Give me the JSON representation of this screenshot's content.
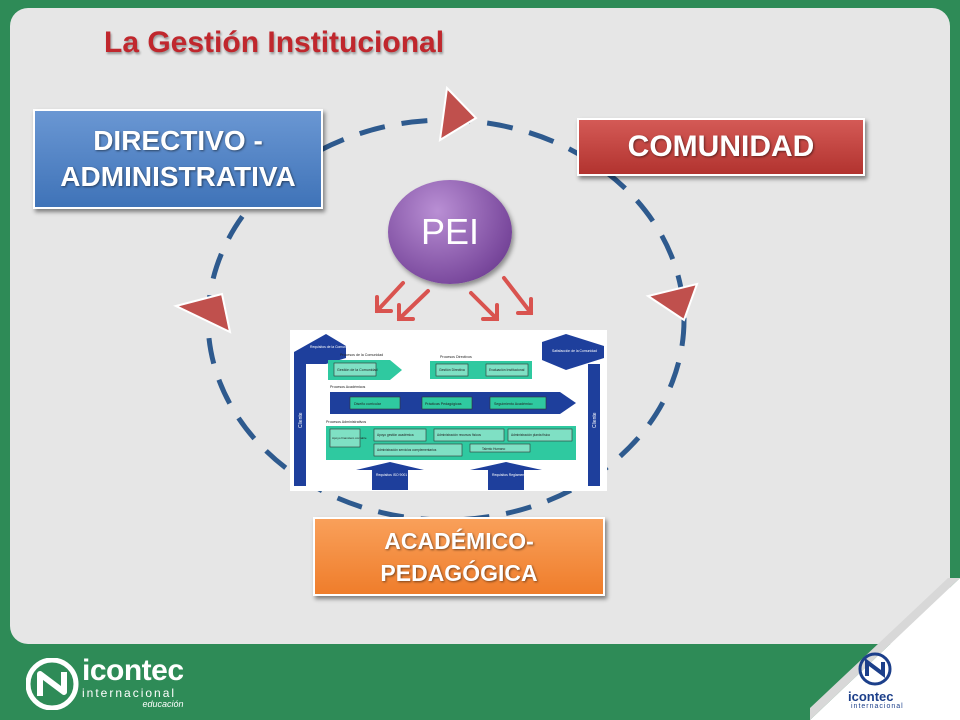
{
  "title": "La Gestión Institucional",
  "boxes": {
    "directivo": [
      "DIRECTIVO -",
      "ADMINISTRATIVA"
    ],
    "comunidad": "COMUNIDAD",
    "academico": [
      "ACADÉMICO-",
      "PEDAGÓGICA"
    ]
  },
  "center": "PEI",
  "process_map": {
    "left_top_arrow": "Requisitos de la Comunidad",
    "right_top_arrow": "Satisfacción de la Comunidad",
    "left_side": "Cliente",
    "right_side": "Cliente",
    "band1_left_label": "Procesos de la Comunidad",
    "band1_mid_label": "Procesos Directivos",
    "gestion_comunidad": "Gestión de la Comunidad",
    "gestion_directiva": "Gestión Directiva",
    "evaluacion": "Evaluación Institucional",
    "band2_label": "Procesos Académicos",
    "diseno": "Diseño curricular",
    "practicas": "Prácticas Pedagógicas",
    "seguimiento": "Seguimiento Académico",
    "band3_label": "Procesos Administrativos",
    "apoyo_financiero": "Apoyo financiero contable",
    "apoyo_gestion": "Apoyo gestión académica",
    "admin_recursos": "Administración recursos físicos",
    "admin_planta": "Administración planta física",
    "admin_servicios": "Administración servicios complementarios",
    "talento": "Talento Humano",
    "bottom_left_arrow": "Requisitos ISO 9001",
    "bottom_right_arrow": "Requisitos Reglamentarios"
  },
  "logos": {
    "left_word": "icontec",
    "left_sub": "internacional",
    "left_sub2": "educación",
    "right_word": "icontec",
    "right_sub": "internacional"
  },
  "colors": {
    "background": "#2e8b57",
    "title": "#c0272d",
    "directivo": "#4f81bd",
    "comunidad": "#c0504d",
    "academico": "#f79646",
    "pei": "#7b4a9e",
    "dashed_circle": "#2e5a8e",
    "process_green": "#2fc9a0",
    "process_blue": "#1e3f9c"
  }
}
